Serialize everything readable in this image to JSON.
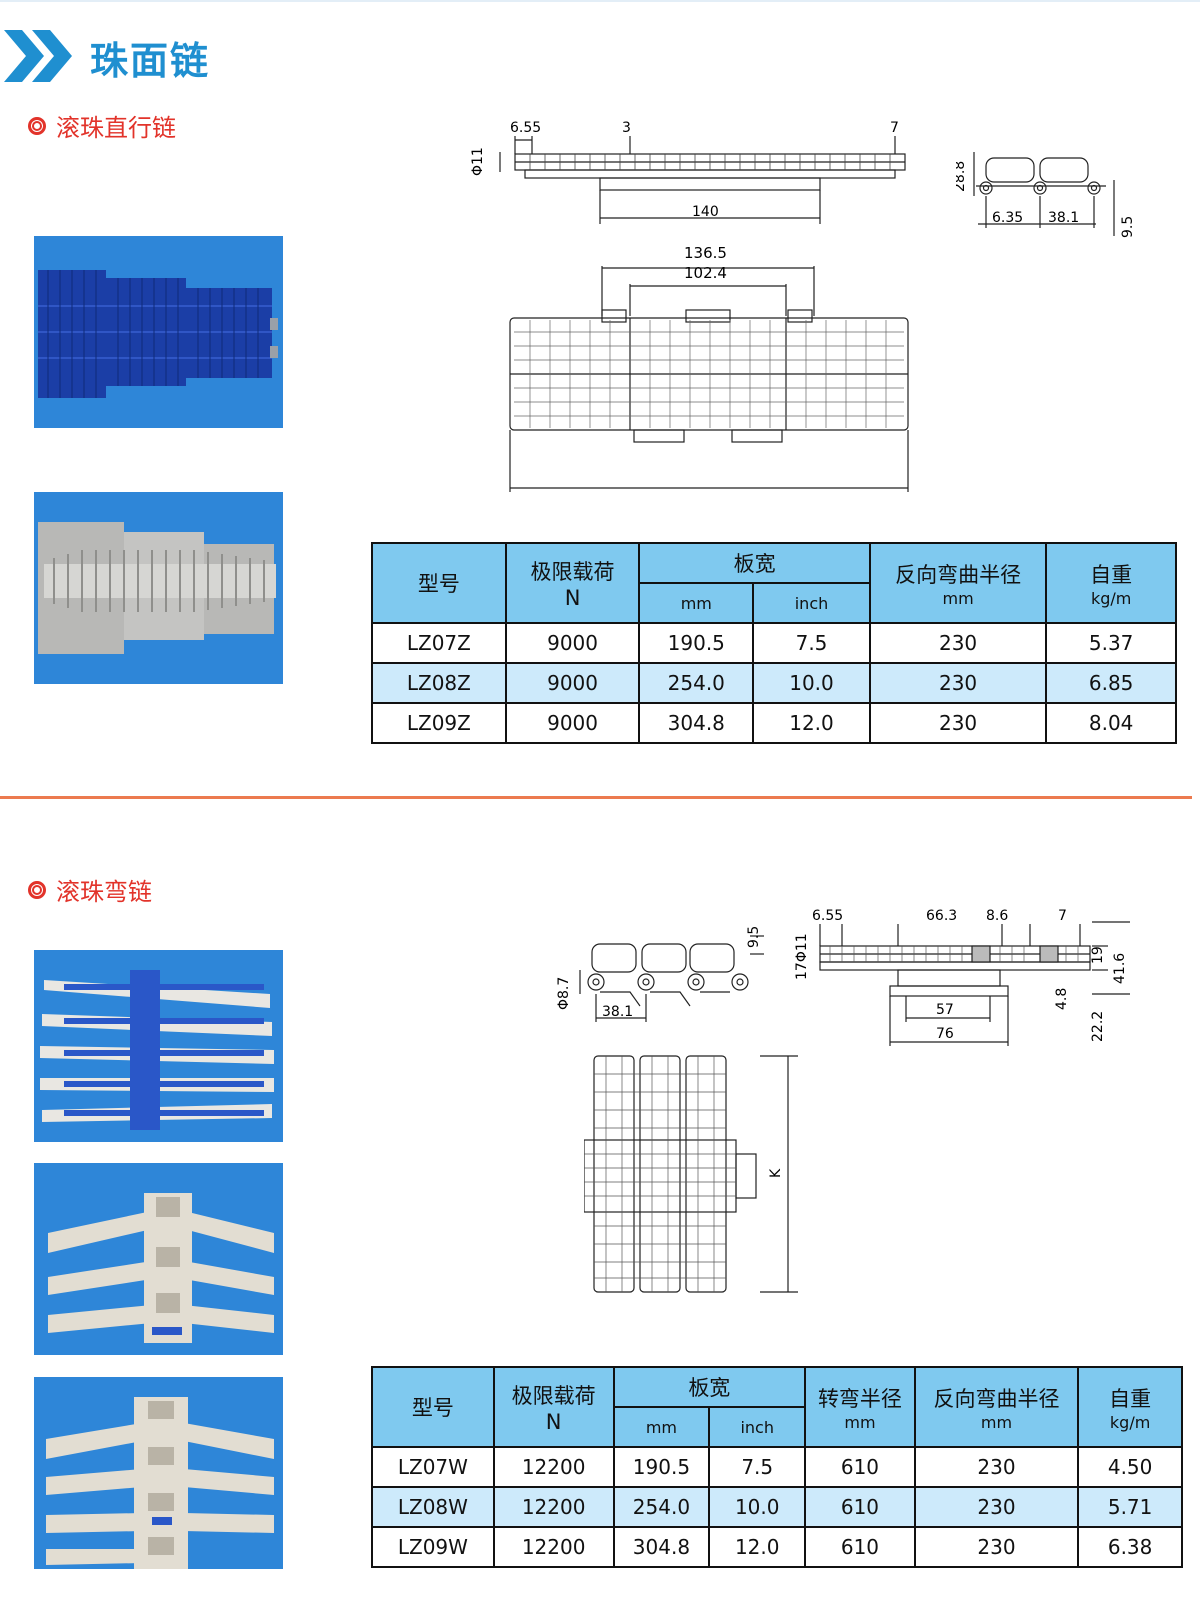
{
  "page": {
    "title": "珠面链"
  },
  "section1": {
    "title": "滚珠直行链",
    "drawing_top": {
      "dims": [
        "6.55",
        "3",
        "7",
        "Φ11",
        "140",
        "28.8",
        "6.35",
        "38.1",
        "9.5"
      ]
    },
    "drawing_plan": {
      "dims": [
        "136.5",
        "102.4"
      ]
    },
    "table": {
      "headers": {
        "model": "型号",
        "load": "极限载荷",
        "load_unit": "N",
        "width": "板宽",
        "width_mm": "mm",
        "width_inch": "inch",
        "back_radius": "反向弯曲半径",
        "back_radius_unit": "mm",
        "weight": "自重",
        "weight_unit": "kg/m"
      },
      "rows": [
        {
          "model": "LZ07Z",
          "load": "9000",
          "mm": "190.5",
          "inch": "7.5",
          "back_radius": "230",
          "weight": "5.37"
        },
        {
          "model": "LZ08Z",
          "load": "9000",
          "mm": "254.0",
          "inch": "10.0",
          "back_radius": "230",
          "weight": "6.85"
        },
        {
          "model": "LZ09Z",
          "load": "9000",
          "mm": "304.8",
          "inch": "12.0",
          "back_radius": "230",
          "weight": "8.04"
        }
      ]
    }
  },
  "section2": {
    "title": "滚珠弯链",
    "drawing_side": {
      "dims": [
        "9.5",
        "Φ8.7",
        "38.1"
      ]
    },
    "drawing_front": {
      "dims": [
        "6.55",
        "66.3",
        "8.6",
        "7",
        "17Φ11",
        "19",
        "41.6",
        "4.8",
        "22.2",
        "57",
        "76"
      ]
    },
    "drawing_plan": {
      "dims": [
        "K"
      ]
    },
    "table": {
      "headers": {
        "model": "型号",
        "load": "极限载荷",
        "load_unit": "N",
        "width": "板宽",
        "width_mm": "mm",
        "width_inch": "inch",
        "turn_radius": "转弯半径",
        "turn_radius_unit": "mm",
        "back_radius": "反向弯曲半径",
        "back_radius_unit": "mm",
        "weight": "自重",
        "weight_unit": "kg/m"
      },
      "rows": [
        {
          "model": "LZ07W",
          "load": "12200",
          "mm": "190.5",
          "inch": "7.5",
          "turn_radius": "610",
          "back_radius": "230",
          "weight": "4.50"
        },
        {
          "model": "LZ08W",
          "load": "12200",
          "mm": "254.0",
          "inch": "10.0",
          "turn_radius": "610",
          "back_radius": "230",
          "weight": "5.71"
        },
        {
          "model": "LZ09W",
          "load": "12200",
          "mm": "304.8",
          "inch": "12.0",
          "turn_radius": "610",
          "back_radius": "230",
          "weight": "6.38"
        }
      ]
    }
  },
  "colors": {
    "title_blue": "#1f8fd0",
    "section_red": "#e2332a",
    "header_blue": "#7fc9ef",
    "row_alt": "#cdeafb",
    "photo_bg": "#2e86d8",
    "divider": "#ec7a4f"
  }
}
